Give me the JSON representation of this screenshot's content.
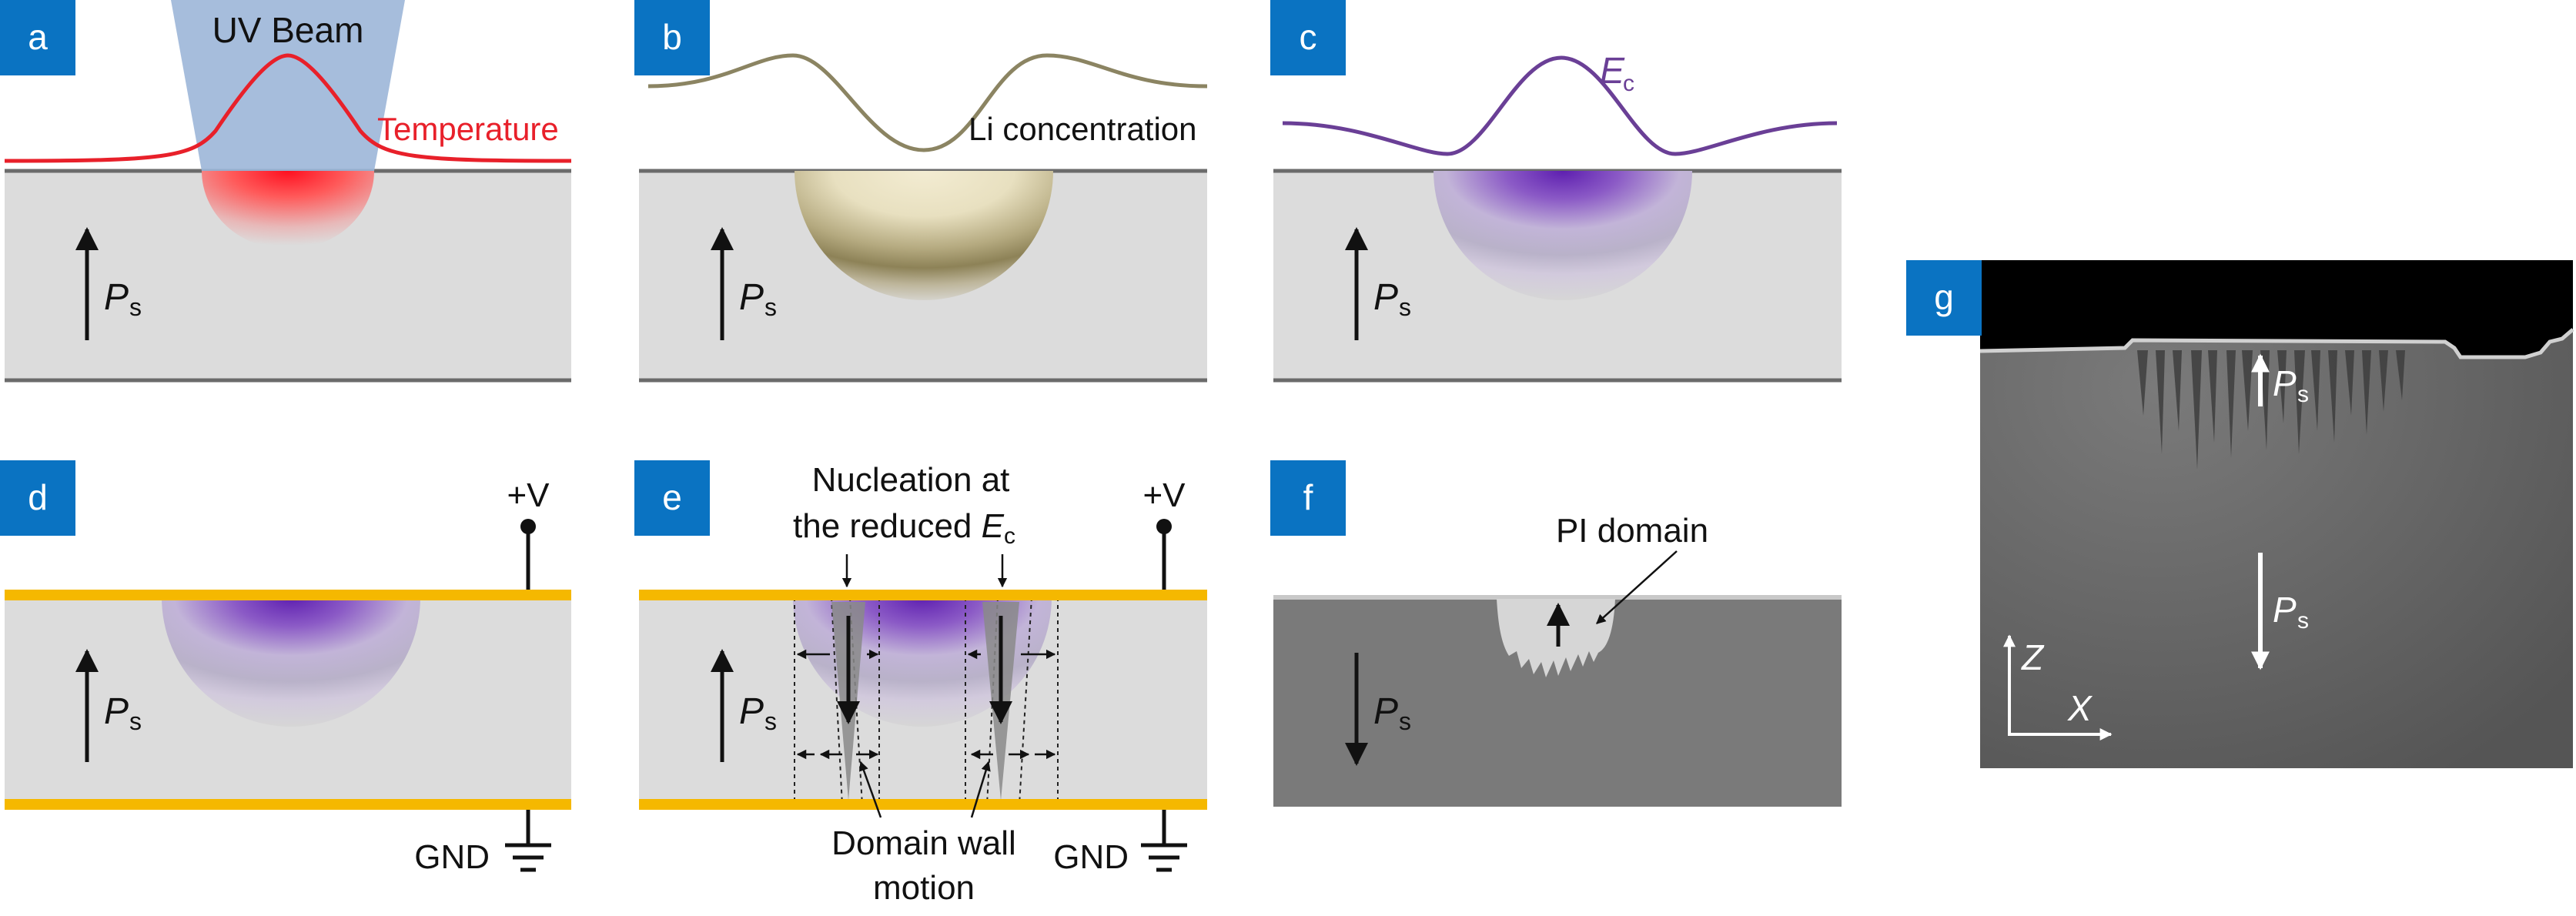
{
  "panels": {
    "a": {
      "letter": "a",
      "beam": "UV Beam",
      "curve": "Temperature",
      "ps_p": "P",
      "ps_s": "s"
    },
    "b": {
      "letter": "b",
      "curve": "Li concentration",
      "ps_p": "P",
      "ps_s": "s"
    },
    "c": {
      "letter": "c",
      "curve_e": "E",
      "curve_sub": "c",
      "ps_p": "P",
      "ps_s": "s"
    },
    "d": {
      "letter": "d",
      "voltage": "+V",
      "ground": "GND",
      "ps_p": "P",
      "ps_s": "s"
    },
    "e": {
      "letter": "e",
      "voltage": "+V",
      "ground": "GND",
      "nucleation_line1": "Nucleation at",
      "nucleation_line2": "the reduced ",
      "nucleation_e": "E",
      "nucleation_sub": "c",
      "wall_line1": "Domain wall",
      "wall_line2": "motion",
      "ps_p": "P",
      "ps_s": "s"
    },
    "f": {
      "letter": "f",
      "domain": "PI domain",
      "ps_p": "P",
      "ps_s": "s"
    },
    "g": {
      "letter": "g",
      "ps_p": "P",
      "ps_s": "s",
      "axis_z": "Z",
      "axis_x": "X"
    }
  },
  "colors": {
    "label_bg": "#0a73c2",
    "crystal": "#dcdcdc",
    "electrode": "#f5b800",
    "beam": "#9cb6d8",
    "temperature": "#e8202a",
    "li_curve": "#8b8462",
    "ec_curve": "#6a3f96",
    "f_crystal": "#7a7a7a",
    "f_domain": "#d6d6d6",
    "sem_bg": "#5e5e5e"
  }
}
